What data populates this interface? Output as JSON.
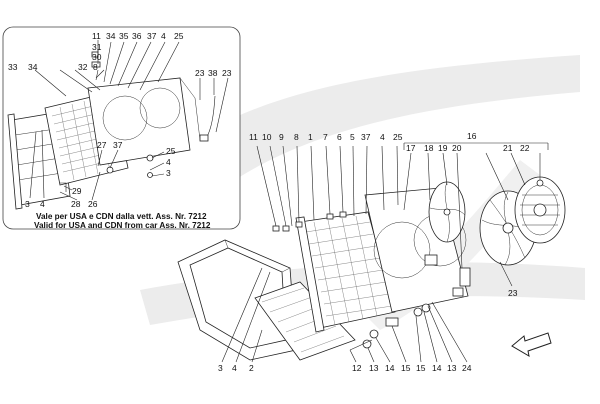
{
  "inset": {
    "caption_line1": "Vale per USA e CDN dalla vett. Ass. Nr. 7212",
    "caption_line2": "Valid for USA and CDN from car Ass. Nr. 7212",
    "callouts": [
      "11",
      "34",
      "35",
      "36",
      "37",
      "4",
      "25",
      "31",
      "30",
      "32",
      "8",
      "33",
      "34",
      "23",
      "38",
      "23",
      "27",
      "37",
      "29",
      "25",
      "4",
      "3",
      "3",
      "4",
      "28",
      "26"
    ]
  },
  "main": {
    "callouts": [
      "11",
      "10",
      "9",
      "8",
      "1",
      "7",
      "6",
      "5",
      "37",
      "4",
      "25",
      "16",
      "17",
      "18",
      "19",
      "20",
      "21",
      "22",
      "23",
      "3",
      "4",
      "2",
      "12",
      "13",
      "14",
      "15",
      "15",
      "14",
      "13",
      "24"
    ]
  },
  "icons": {
    "direction_arrow": "arrow-down-left-icon"
  }
}
